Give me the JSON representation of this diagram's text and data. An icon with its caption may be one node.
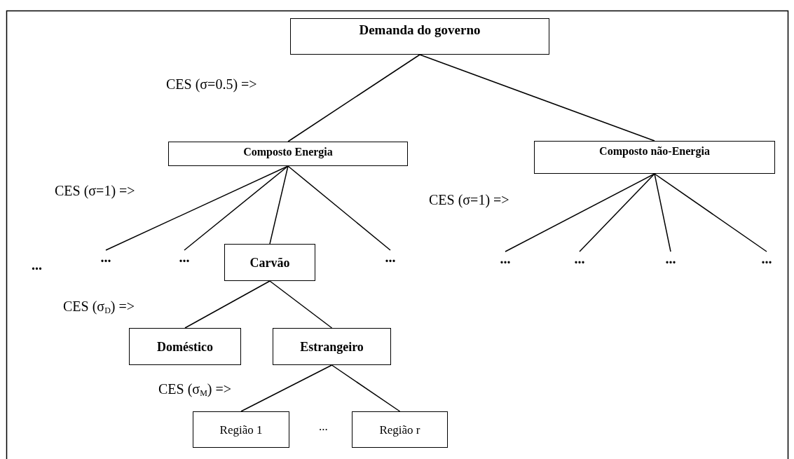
{
  "diagram": {
    "nodes": [
      {
        "text": [
          "Demanda do governo"
        ]
      },
      {
        "text": [
          "Composto Energia"
        ]
      },
      {
        "text": [
          "Composto não-Energia"
        ]
      },
      {
        "text": [
          "..."
        ]
      },
      {
        "text": [
          "..."
        ]
      },
      {
        "text": [
          "Carvão"
        ]
      },
      {
        "text": [
          "..."
        ]
      },
      {
        "text": [
          "..."
        ]
      },
      {
        "text": [
          "..."
        ]
      },
      {
        "text": [
          "..."
        ]
      },
      {
        "text": [
          "..."
        ]
      },
      {
        "text": [
          "Doméstico"
        ]
      },
      {
        "text": [
          "Estrangeiro"
        ]
      },
      {
        "text": [
          "Região 1"
        ]
      },
      {
        "text": [
          "Região r"
        ]
      }
    ],
    "edges": [
      {
        "from": 0,
        "to": 1,
        "arrow": "none"
      },
      {
        "from": 0,
        "to": 2,
        "arrow": "none"
      },
      {
        "from": 1,
        "to": 3,
        "arrow": "none"
      },
      {
        "from": 1,
        "to": 4,
        "arrow": "none"
      },
      {
        "from": 1,
        "to": 5,
        "arrow": "none"
      },
      {
        "from": 1,
        "to": 6,
        "arrow": "none"
      },
      {
        "from": 2,
        "to": 7,
        "arrow": "none"
      },
      {
        "from": 2,
        "to": 8,
        "arrow": "none"
      },
      {
        "from": 2,
        "to": 9,
        "arrow": "none"
      },
      {
        "from": 2,
        "to": 10,
        "arrow": "none"
      },
      {
        "from": 5,
        "to": 11,
        "arrow": "none"
      },
      {
        "from": 5,
        "to": 12,
        "arrow": "none"
      },
      {
        "from": 12,
        "to": 13,
        "arrow": "none"
      },
      {
        "from": 12,
        "to": 14,
        "arrow": "none"
      }
    ],
    "labels": [
      "CES (σ=0.5) =>",
      "CES (σ=1) =>",
      "CES (σ=1) =>",
      "...",
      "CES (σ$_{D}$) =>",
      "CES (σ$_{M}$) =>",
      "..."
    ]
  }
}
